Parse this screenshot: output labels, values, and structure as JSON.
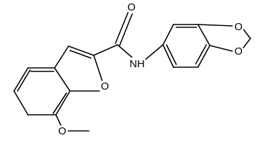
{
  "molecule": {
    "labels": {
      "amide_o": "O",
      "amide_n": "NH",
      "furan_o": "O",
      "methoxy_o": "O",
      "diox_o1": "O",
      "diox_o2": "O"
    }
  }
}
